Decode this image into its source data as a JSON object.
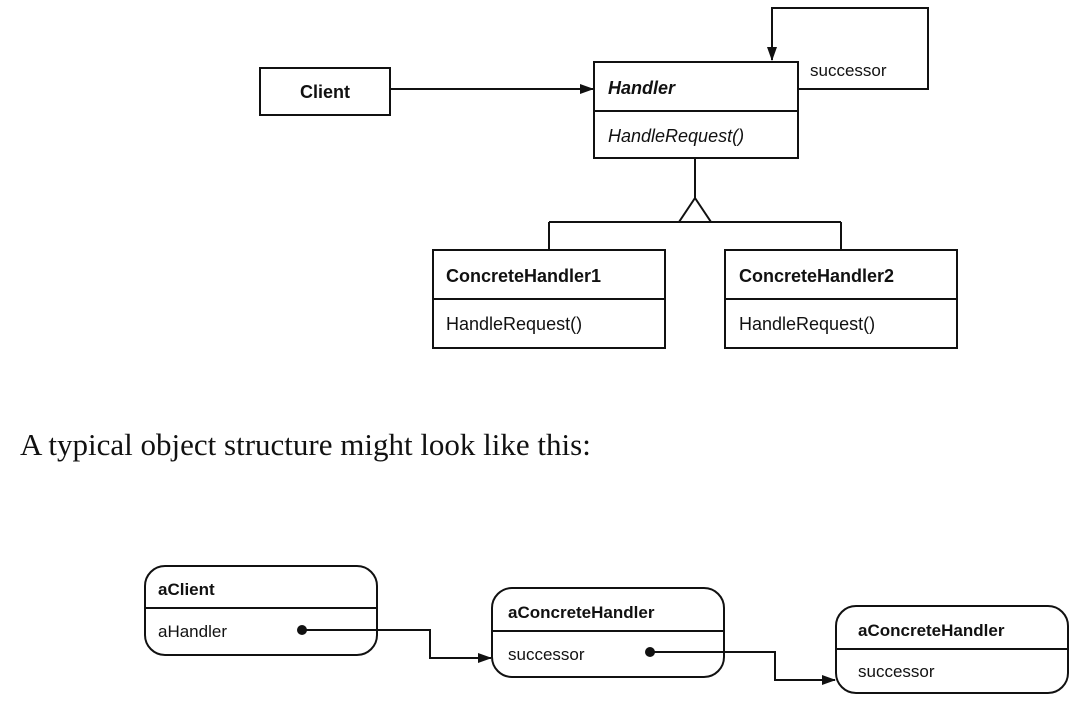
{
  "class_diagram": {
    "client": {
      "name": "Client"
    },
    "handler": {
      "name": "Handler",
      "operation": "HandleRequest()",
      "self_assoc_label": "successor"
    },
    "concrete1": {
      "name": "ConcreteHandler1",
      "operation": "HandleRequest()"
    },
    "concrete2": {
      "name": "ConcreteHandler2",
      "operation": "HandleRequest()"
    }
  },
  "caption": "A typical object structure might look like this:",
  "object_diagram": {
    "client": {
      "name": "aClient",
      "field": "aHandler"
    },
    "handler1": {
      "name": "aConcreteHandler",
      "field": "successor"
    },
    "handler2": {
      "name": "aConcreteHandler",
      "field": "successor"
    }
  }
}
